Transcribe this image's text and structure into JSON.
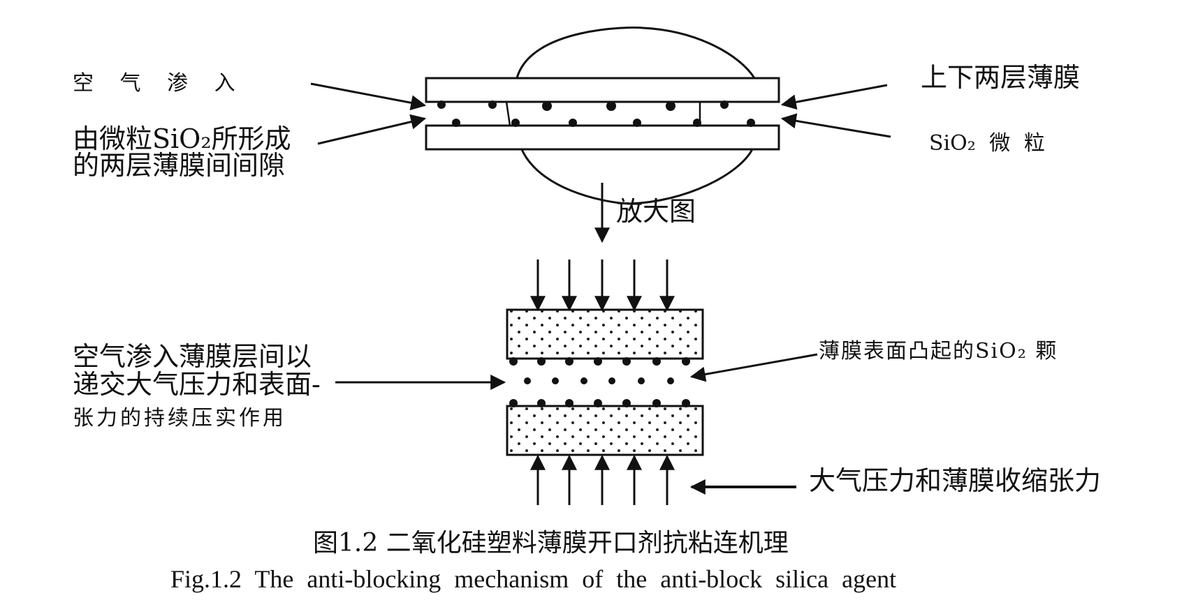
{
  "labels": {
    "air_in": "空 气 渗 入",
    "gap_line1": "由微粒SiO₂所形成",
    "gap_line2": "的两层薄膜间间隙",
    "two_films": "上下两层薄膜",
    "sio2_particles": "SiO₂  微 粒",
    "magnified": "放大图",
    "air_explain_line1": "空气渗入薄膜层间以",
    "air_explain_line2": "递交大气压力和表面-",
    "air_explain_line3": "张力的持续压实作用",
    "surface_particles": "薄膜表面凸起的SiO₂  颗",
    "pressure_tension": "大气压力和薄膜收缩张力"
  },
  "caption": {
    "chinese": "图1.2 二氧化硅塑料薄膜开口剂抗粘连机理",
    "english": "Fig.1.2 The anti-blocking mechanism of the anti-block silica agent"
  }
}
